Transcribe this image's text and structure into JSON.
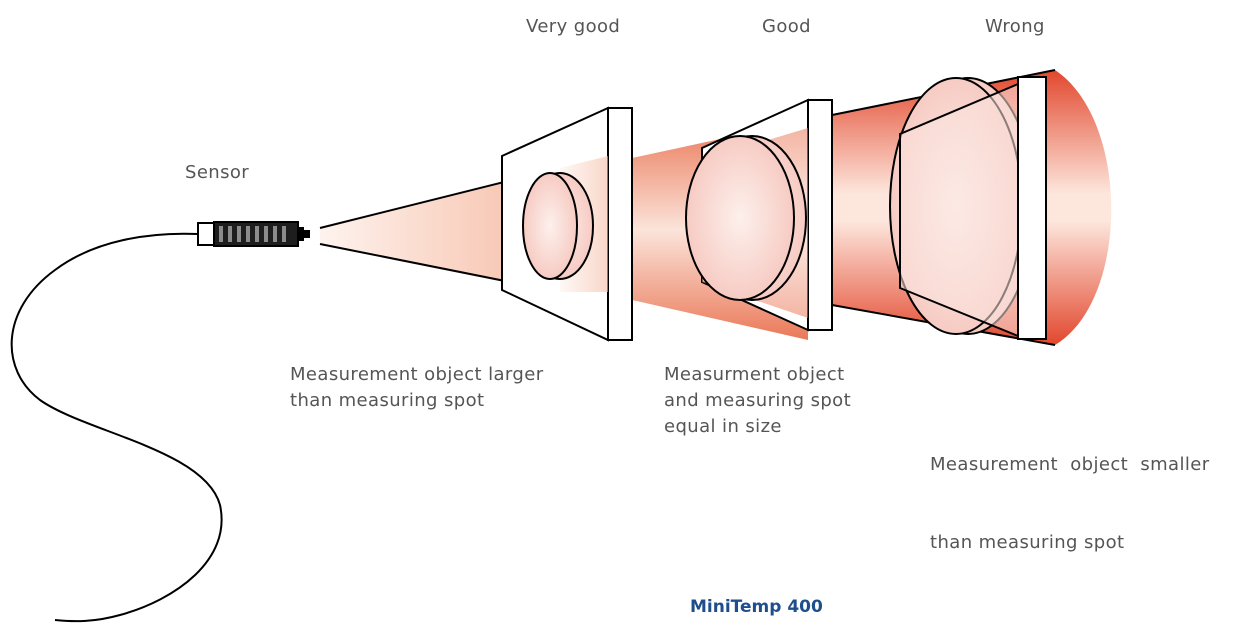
{
  "labels": {
    "sensor": "Sensor",
    "very_good": "Very good",
    "good": "Good",
    "wrong": "Wrong",
    "larger_line1": "Measurement object larger",
    "larger_line2": "than measuring spot",
    "equal_line1": "Measurment object",
    "equal_line2": "and measuring spot",
    "equal_line3": "equal in size",
    "smaller_line1": "Measurement  object  smaller",
    "smaller_line2": "than measuring spot"
  },
  "product_name": "MiniTemp 400",
  "colors": {
    "beam_light": "#fbe1d6",
    "beam_mid": "#f2a485",
    "beam_strong": "#e2472d",
    "object_fill": "#f9d7d2",
    "outline": "#000000",
    "label_text": "#555555",
    "brand_text": "#1f4e8c"
  }
}
